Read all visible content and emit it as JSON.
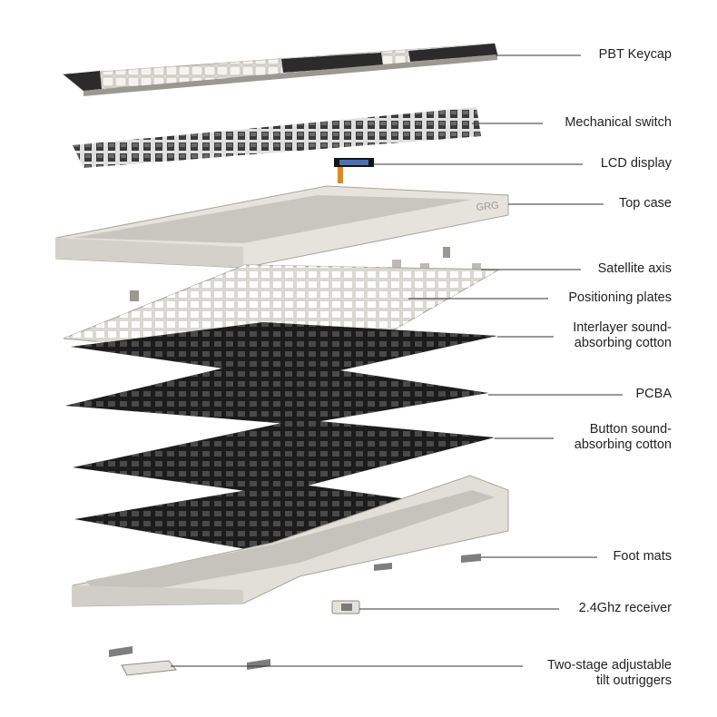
{
  "colors": {
    "background": "#ffffff",
    "leader_line": "#333333",
    "label_text": "#222222",
    "case_white": "#e6e3dc",
    "plate_dark": "#1c1c1c",
    "keycap_light": "#dcdad4",
    "keycap_dark": "#2b2b2b",
    "switch_dark": "#333333"
  },
  "case_logo": "GRG",
  "labels": {
    "pbt_keycap": "PBT Keycap",
    "mechanical_switch": "Mechanical switch",
    "lcd_display": "LCD display",
    "top_case": "Top case",
    "satellite_axis": "Satellite axis",
    "positioning_plates": "Positioning plates",
    "interlayer_line1": "Interlayer sound-",
    "interlayer_line2": "absorbing cotton",
    "pcba": "PCBA",
    "button_line1": "Button sound-",
    "button_line2": "absorbing cotton",
    "foot_mats": "Foot mats",
    "receiver": "2.4Ghz receiver",
    "outriggers_line1": "Two-stage adjustable",
    "outriggers_line2": "tilt outriggers"
  }
}
